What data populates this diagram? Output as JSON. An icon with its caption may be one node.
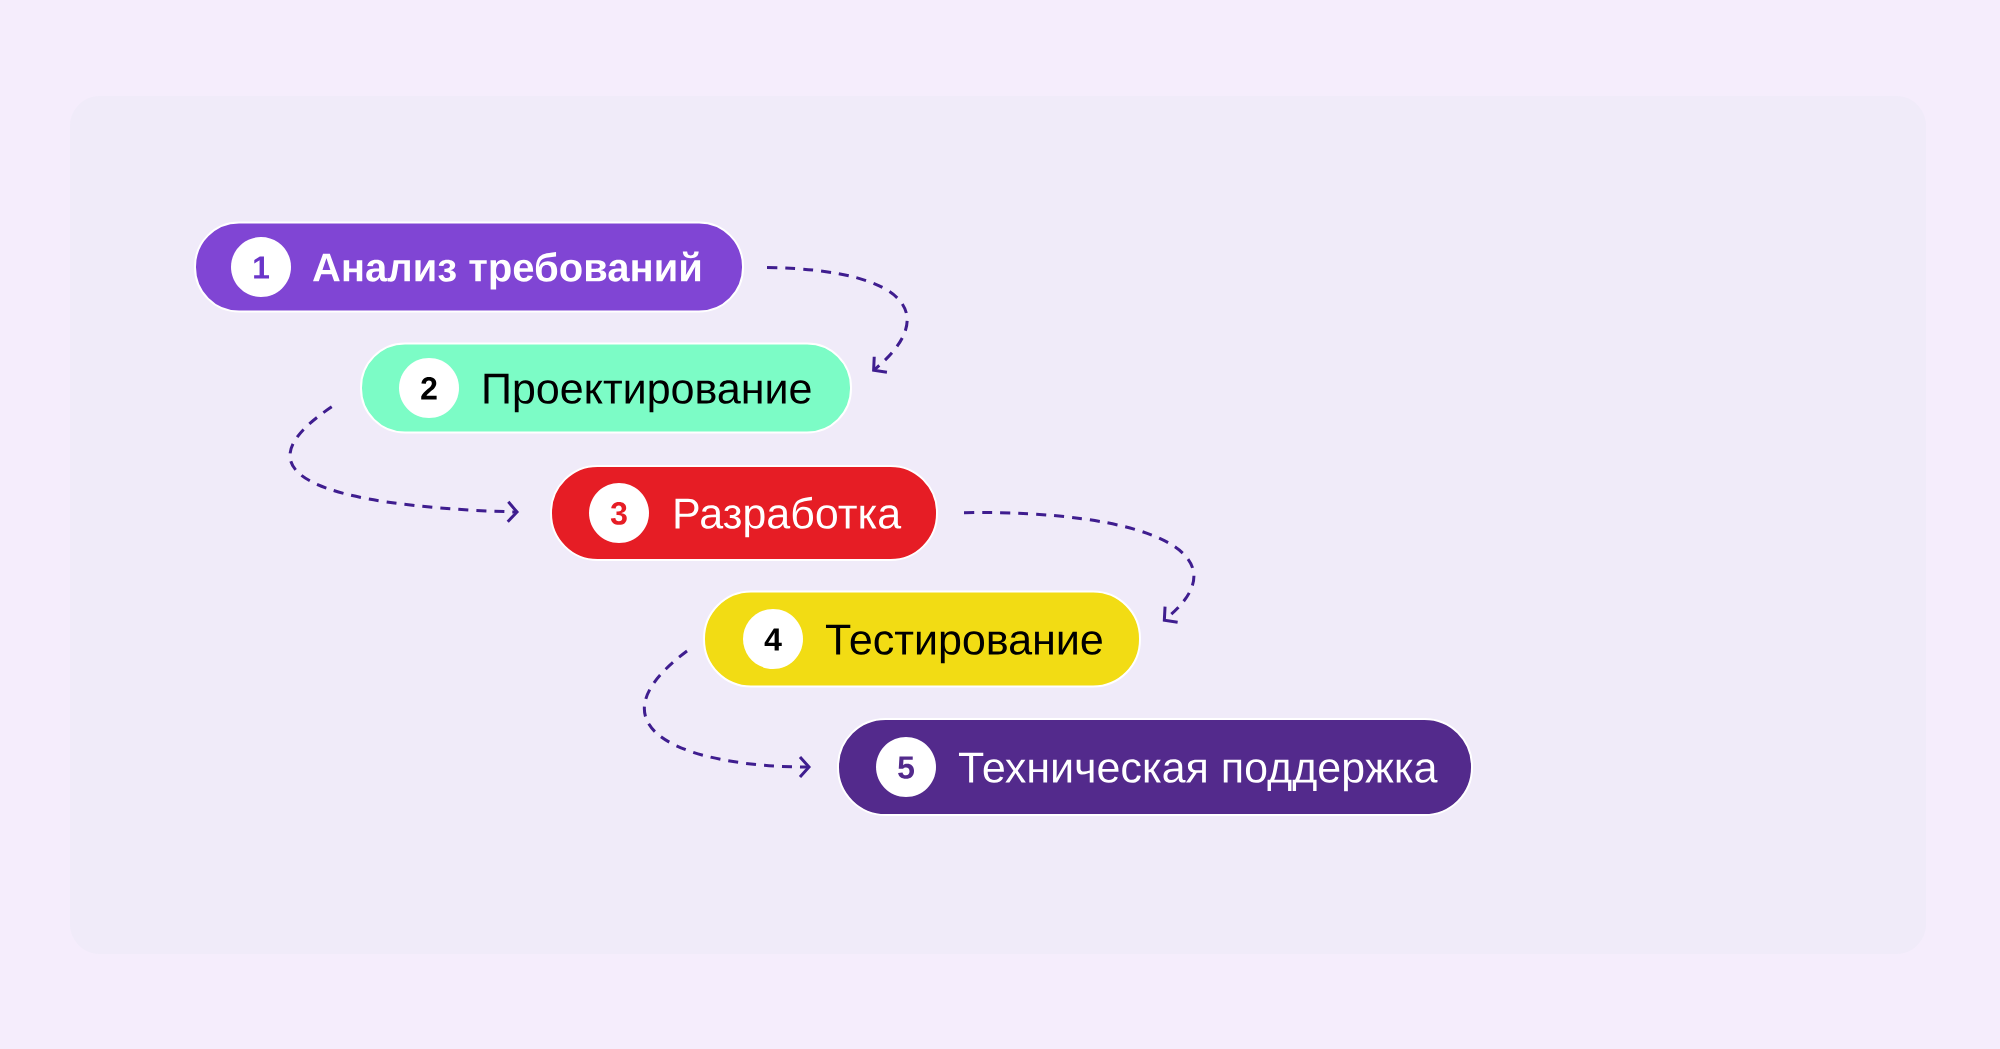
{
  "diagram": {
    "nodes": [
      {
        "text": [
          "Анализ требований"
        ]
      },
      {
        "text": [
          "1"
        ],
        "in": 0
      },
      {
        "text": [
          "Проектирование"
        ]
      },
      {
        "text": [
          "2"
        ],
        "in": 2
      },
      {
        "text": [
          "Разработка"
        ]
      },
      {
        "text": [
          "3"
        ],
        "in": 4
      },
      {
        "text": [
          "Тестирование"
        ]
      },
      {
        "text": [
          "4"
        ],
        "in": 6
      },
      {
        "text": [
          "Техническая поддержка"
        ]
      },
      {
        "text": [
          "5"
        ],
        "in": 8
      }
    ],
    "edges": [
      {
        "from": 0,
        "to": 2,
        "arrow": "to",
        "style": "dashed"
      },
      {
        "from": 2,
        "to": 4,
        "arrow": "to",
        "style": "dashed"
      },
      {
        "from": 4,
        "to": 6,
        "arrow": "to",
        "style": "dashed"
      },
      {
        "from": 6,
        "to": 8,
        "arrow": "to",
        "style": "dashed"
      }
    ]
  }
}
